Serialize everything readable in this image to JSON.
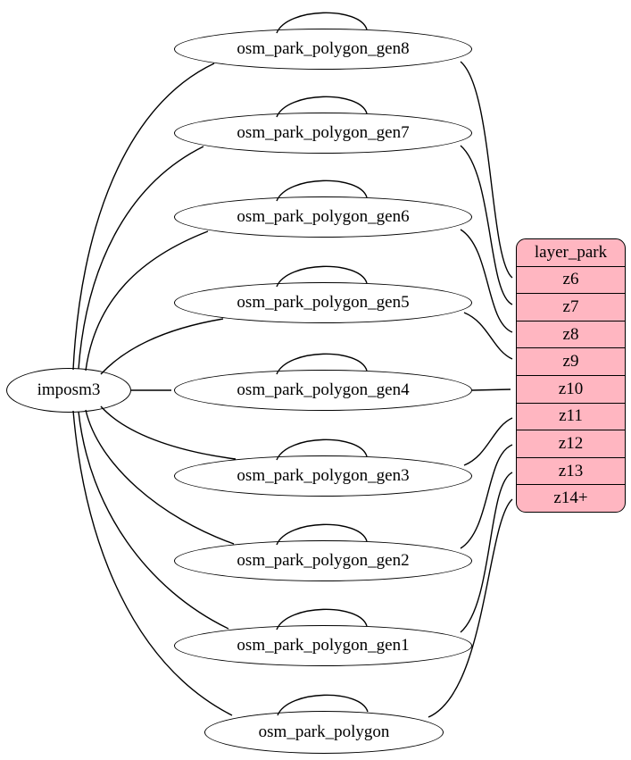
{
  "colors": {
    "edge": "#000000",
    "node_fill": "#ffffff",
    "node_border": "#000000",
    "layer_table_fill": "#ffb6c1",
    "layer_table_border": "#000000"
  },
  "nodes": {
    "imposm3": {
      "label": "imposm3"
    },
    "gen8": {
      "label": "osm_park_polygon_gen8"
    },
    "gen7": {
      "label": "osm_park_polygon_gen7"
    },
    "gen6": {
      "label": "osm_park_polygon_gen6"
    },
    "gen5": {
      "label": "osm_park_polygon_gen5"
    },
    "gen4": {
      "label": "osm_park_polygon_gen4"
    },
    "gen3": {
      "label": "osm_park_polygon_gen3"
    },
    "gen2": {
      "label": "osm_park_polygon_gen2"
    },
    "gen1": {
      "label": "osm_park_polygon_gen1"
    },
    "polygon": {
      "label": "osm_park_polygon"
    }
  },
  "layer_table": {
    "title": "layer_park",
    "rows": [
      "z6",
      "z7",
      "z8",
      "z9",
      "z10",
      "z11",
      "z12",
      "z13",
      "z14+"
    ]
  },
  "edges": [
    {
      "from": "imposm3",
      "to": "gen8"
    },
    {
      "from": "imposm3",
      "to": "gen7"
    },
    {
      "from": "imposm3",
      "to": "gen6"
    },
    {
      "from": "imposm3",
      "to": "gen5"
    },
    {
      "from": "imposm3",
      "to": "gen4"
    },
    {
      "from": "imposm3",
      "to": "gen3"
    },
    {
      "from": "imposm3",
      "to": "gen2"
    },
    {
      "from": "imposm3",
      "to": "gen1"
    },
    {
      "from": "imposm3",
      "to": "polygon"
    },
    {
      "from": "gen8",
      "to": "gen8"
    },
    {
      "from": "gen7",
      "to": "gen7"
    },
    {
      "from": "gen6",
      "to": "gen6"
    },
    {
      "from": "gen5",
      "to": "gen5"
    },
    {
      "from": "gen4",
      "to": "gen4"
    },
    {
      "from": "gen3",
      "to": "gen3"
    },
    {
      "from": "gen2",
      "to": "gen2"
    },
    {
      "from": "gen1",
      "to": "gen1"
    },
    {
      "from": "polygon",
      "to": "polygon"
    },
    {
      "from": "gen8",
      "to": "layer_park:z6"
    },
    {
      "from": "gen7",
      "to": "layer_park:z7"
    },
    {
      "from": "gen6",
      "to": "layer_park:z8"
    },
    {
      "from": "gen5",
      "to": "layer_park:z9"
    },
    {
      "from": "gen4",
      "to": "layer_park:z10"
    },
    {
      "from": "gen3",
      "to": "layer_park:z11"
    },
    {
      "from": "gen2",
      "to": "layer_park:z12"
    },
    {
      "from": "gen1",
      "to": "layer_park:z13"
    },
    {
      "from": "polygon",
      "to": "layer_park:z14+"
    }
  ]
}
